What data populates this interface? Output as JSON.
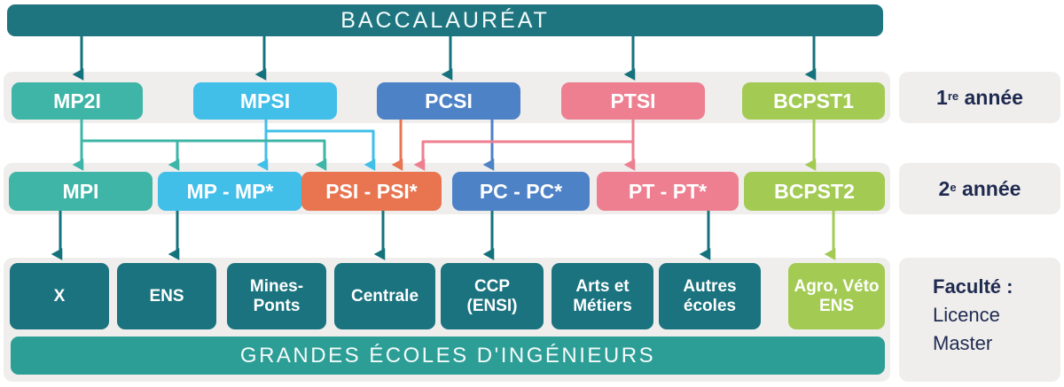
{
  "header": {
    "title": "BACCALAURÉAT"
  },
  "footer": {
    "title": "GRANDES ÉCOLES D'INGÉNIEURS"
  },
  "side_labels": {
    "year1": {
      "num": "1",
      "sup": "re",
      "rest": " année"
    },
    "year2": {
      "num": "2",
      "sup": "e",
      "rest": " année"
    },
    "faculty": {
      "title": "Faculté :",
      "line1": "Licence",
      "line2": "Master"
    }
  },
  "palette": {
    "dark_teal_bar": "#1e7580",
    "dark_teal_box": "#1a737e",
    "dark_teal_arrow": "#14727c",
    "footer_teal": "#2d9e96",
    "teal": "#3eb5a7",
    "light_blue": "#41bfe9",
    "blue": "#4d82c6",
    "pink": "#ee7f90",
    "orange": "#e87450",
    "green": "#a3cb54",
    "navy_text": "#1f2a50",
    "band_gray": "#efeeec"
  },
  "rows": {
    "year1": [
      {
        "label": "MP2I",
        "color": "#3eb5a7"
      },
      {
        "label": "MPSI",
        "color": "#41bfe9"
      },
      {
        "label": "PCSI",
        "color": "#4d82c6"
      },
      {
        "label": "PTSI",
        "color": "#ee7f90"
      },
      {
        "label": "BCPST1",
        "color": "#a3cb54"
      }
    ],
    "year2": [
      {
        "label": "MPI",
        "color": "#3eb5a7"
      },
      {
        "label": "MP - MP*",
        "color": "#41bfe9"
      },
      {
        "label": "PSI - PSI*",
        "color": "#e87450"
      },
      {
        "label": "PC - PC*",
        "color": "#4d82c6"
      },
      {
        "label": "PT - PT*",
        "color": "#ee7f90"
      },
      {
        "label": "BCPST2",
        "color": "#a3cb54"
      }
    ],
    "schools": [
      {
        "label": "X",
        "color": "#1a737e"
      },
      {
        "label": "ENS",
        "color": "#1a737e"
      },
      {
        "label": "Mines-\nPonts",
        "color": "#1a737e"
      },
      {
        "label": "Centrale",
        "color": "#1a737e"
      },
      {
        "label": "CCP\n(ENSI)",
        "color": "#1a737e"
      },
      {
        "label": "Arts et\nMétiers",
        "color": "#1a737e"
      },
      {
        "label": "Autres\nécoles",
        "color": "#1a737e"
      },
      {
        "label": "Agro, Véto\nENS",
        "color": "#a3cb54"
      }
    ]
  },
  "edges": [
    {
      "from": "BACCALAURÉAT",
      "to": "MP2I",
      "color": "#14727c"
    },
    {
      "from": "BACCALAURÉAT",
      "to": "MPSI",
      "color": "#14727c"
    },
    {
      "from": "BACCALAURÉAT",
      "to": "PCSI",
      "color": "#14727c"
    },
    {
      "from": "BACCALAURÉAT",
      "to": "PTSI",
      "color": "#14727c"
    },
    {
      "from": "BACCALAURÉAT",
      "to": "BCPST1",
      "color": "#14727c"
    },
    {
      "from": "MP2I",
      "to": "MPI",
      "color": "#3eb5a7"
    },
    {
      "from": "MP2I",
      "to": "MP - MP*",
      "color": "#3eb5a7"
    },
    {
      "from": "MP2I",
      "to": "PSI - PSI*",
      "color": "#3eb5a7"
    },
    {
      "from": "MPSI",
      "to": "MP - MP*",
      "color": "#41bfe9"
    },
    {
      "from": "MPSI",
      "to": "PSI - PSI*",
      "color": "#41bfe9"
    },
    {
      "from": "PCSI",
      "to": "PSI - PSI*",
      "color": "#e87450"
    },
    {
      "from": "PCSI",
      "to": "PC - PC*",
      "color": "#4d82c6"
    },
    {
      "from": "PTSI",
      "to": "PSI - PSI*",
      "color": "#ee7f90"
    },
    {
      "from": "PTSI",
      "to": "PT - PT*",
      "color": "#ee7f90"
    },
    {
      "from": "BCPST1",
      "to": "BCPST2",
      "color": "#a3cb54"
    },
    {
      "from": "MPI",
      "to": "X",
      "color": "#14727c"
    },
    {
      "from": "MP - MP*",
      "to": "ENS",
      "color": "#14727c"
    },
    {
      "from": "PSI - PSI*",
      "to": "Centrale",
      "color": "#14727c"
    },
    {
      "from": "PC - PC*",
      "to": "CCP (ENSI)",
      "color": "#14727c"
    },
    {
      "from": "PT - PT*",
      "to": "Autres écoles",
      "color": "#14727c"
    },
    {
      "from": "BCPST2",
      "to": "Agro, Véto ENS",
      "color": "#a3cb54"
    }
  ]
}
